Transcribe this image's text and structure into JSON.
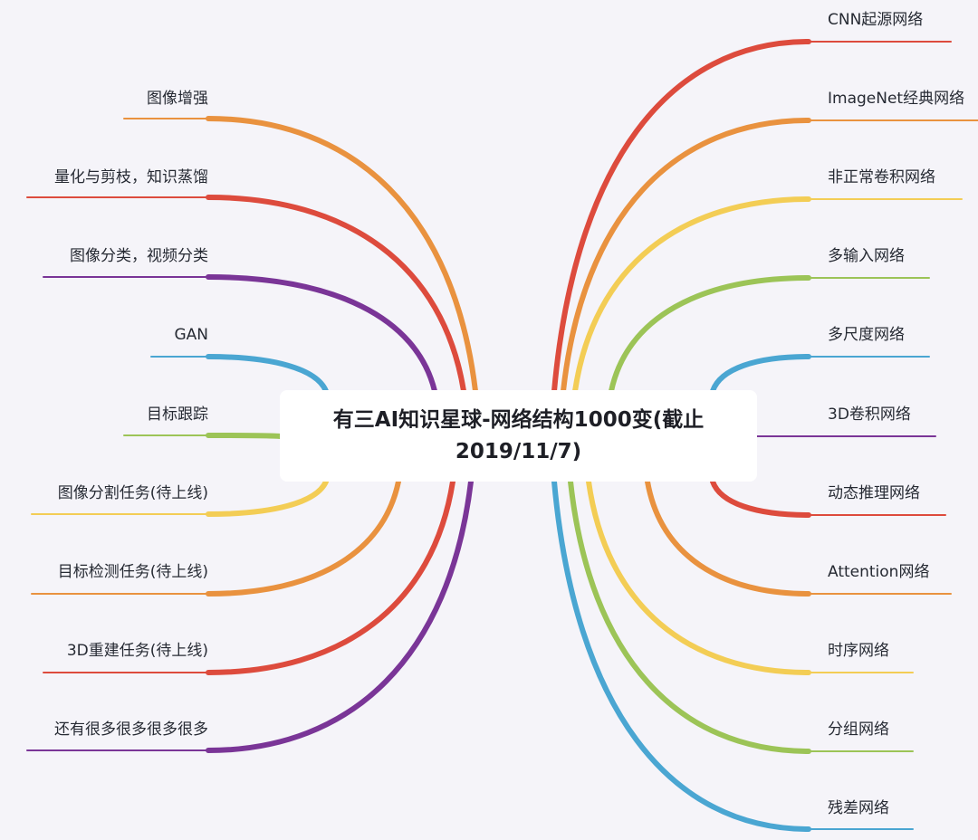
{
  "center": {
    "title": "有三AI知识星球-网络结构1000变(截止2019/11/7)"
  },
  "colors": {
    "background": "#f5f4f9",
    "red": "#dd4b3d",
    "orange": "#e9923f",
    "yellow": "#f3cd55",
    "green": "#9cc457",
    "blue": "#4aa6d2",
    "purple": "#7a3597"
  },
  "left_branches": [
    {
      "label": "图像增强",
      "color": "orange"
    },
    {
      "label": "量化与剪枝，知识蒸馏",
      "color": "red"
    },
    {
      "label": "图像分类，视频分类",
      "color": "purple"
    },
    {
      "label": "GAN",
      "color": "blue"
    },
    {
      "label": "目标跟踪",
      "color": "green"
    },
    {
      "label": "图像分割任务(待上线)",
      "color": "yellow"
    },
    {
      "label": "目标检测任务(待上线)",
      "color": "orange"
    },
    {
      "label": "3D重建任务(待上线)",
      "color": "red"
    },
    {
      "label": "还有很多很多很多很多",
      "color": "purple"
    }
  ],
  "right_branches": [
    {
      "label": "CNN起源网络",
      "color": "red"
    },
    {
      "label": "ImageNet经典网络",
      "color": "orange"
    },
    {
      "label": "非正常卷积网络",
      "color": "yellow"
    },
    {
      "label": "多输入网络",
      "color": "green"
    },
    {
      "label": "多尺度网络",
      "color": "blue"
    },
    {
      "label": "3D卷积网络",
      "color": "purple"
    },
    {
      "label": "动态推理网络",
      "color": "red"
    },
    {
      "label": "Attention网络",
      "color": "orange"
    },
    {
      "label": "时序网络",
      "color": "yellow"
    },
    {
      "label": "分组网络",
      "color": "green"
    },
    {
      "label": "残差网络",
      "color": "blue"
    }
  ]
}
